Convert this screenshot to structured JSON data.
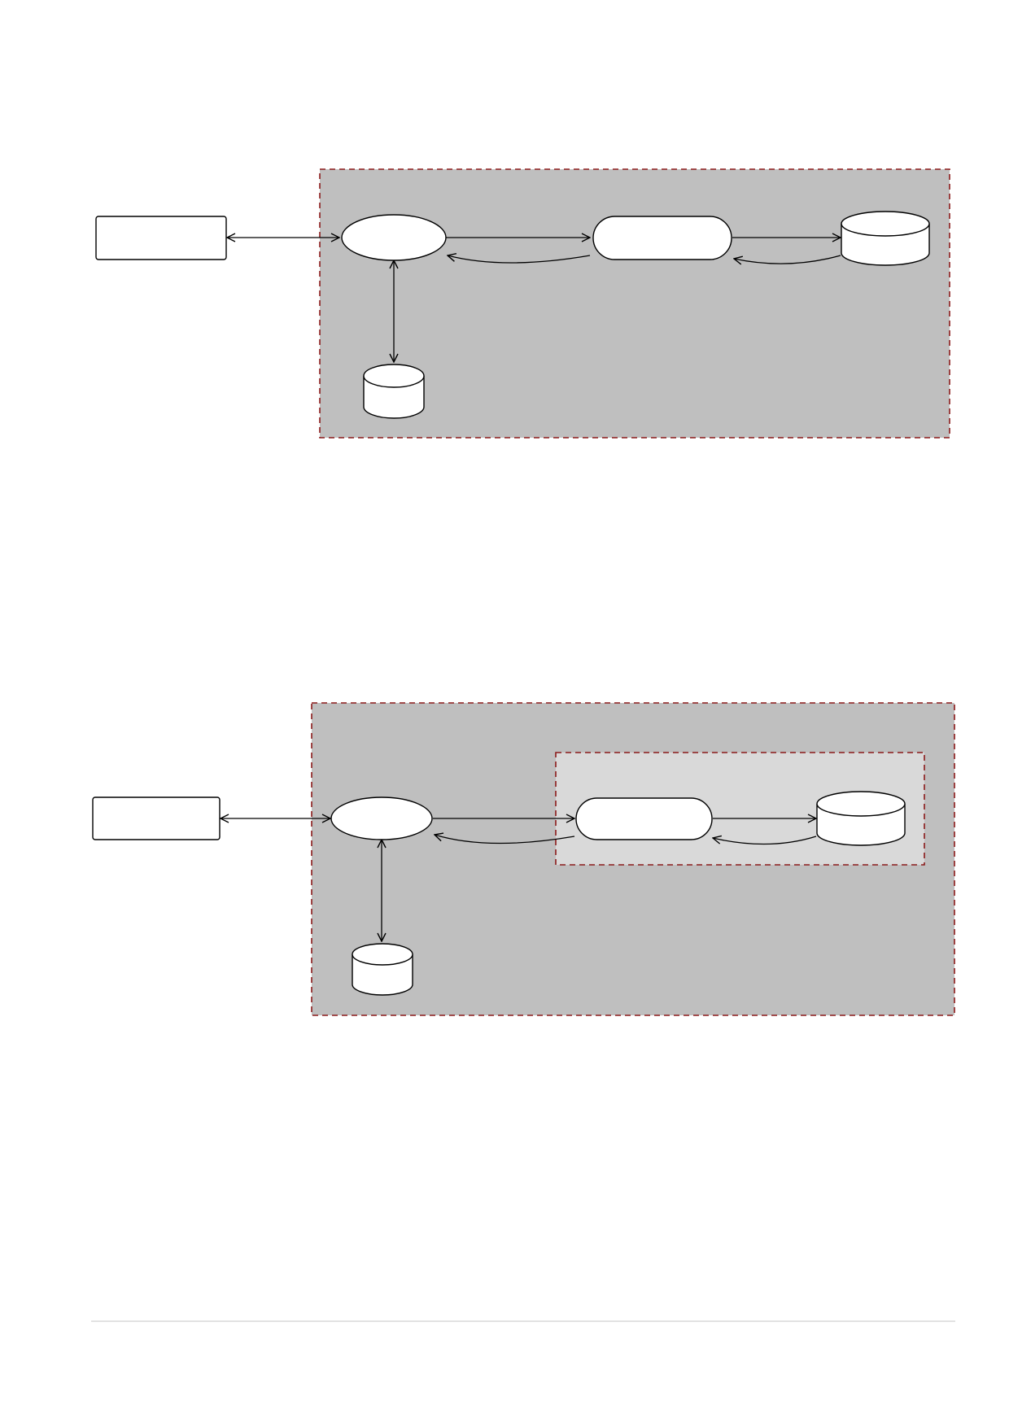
{
  "colors": {
    "outer_boundary_fill": "#bfbfbf",
    "inner_boundary_fill": "#d9d9d9",
    "boundary_stroke": "#8b1a1a",
    "node_fill": "#ffffff",
    "node_stroke": "#000000",
    "edge_stroke": "#000000",
    "footer_rule": "#d9d9d9"
  },
  "diagrams": [
    {
      "id": "diagram-1",
      "boundaries": [
        {
          "id": "outer-boundary",
          "style": "dashed",
          "fill": "outer_boundary_fill"
        }
      ],
      "nodes": [
        {
          "id": "external-entity",
          "shape": "rectangle",
          "label": ""
        },
        {
          "id": "process-main",
          "shape": "ellipse",
          "label": ""
        },
        {
          "id": "process-secondary",
          "shape": "stadium",
          "label": ""
        },
        {
          "id": "datastore-right",
          "shape": "cylinder",
          "label": ""
        },
        {
          "id": "datastore-bottom",
          "shape": "cylinder",
          "label": ""
        }
      ],
      "edges": [
        {
          "from": "external-entity",
          "to": "process-main",
          "direction": "bidirectional"
        },
        {
          "from": "process-main",
          "to": "process-secondary",
          "direction": "forward"
        },
        {
          "from": "process-secondary",
          "to": "process-main",
          "direction": "forward",
          "curved": true
        },
        {
          "from": "process-secondary",
          "to": "datastore-right",
          "direction": "forward"
        },
        {
          "from": "datastore-right",
          "to": "process-secondary",
          "direction": "forward",
          "curved": true
        },
        {
          "from": "process-main",
          "to": "datastore-bottom",
          "direction": "bidirectional"
        }
      ]
    },
    {
      "id": "diagram-2",
      "boundaries": [
        {
          "id": "outer-boundary",
          "style": "dashed",
          "fill": "outer_boundary_fill"
        },
        {
          "id": "inner-boundary",
          "style": "dashed",
          "fill": "inner_boundary_fill"
        }
      ],
      "nodes": [
        {
          "id": "external-entity",
          "shape": "rectangle",
          "label": ""
        },
        {
          "id": "process-main",
          "shape": "ellipse",
          "label": ""
        },
        {
          "id": "process-secondary",
          "shape": "stadium",
          "label": ""
        },
        {
          "id": "datastore-right",
          "shape": "cylinder",
          "label": ""
        },
        {
          "id": "datastore-bottom",
          "shape": "cylinder",
          "label": ""
        }
      ],
      "edges": [
        {
          "from": "external-entity",
          "to": "process-main",
          "direction": "bidirectional"
        },
        {
          "from": "process-main",
          "to": "process-secondary",
          "direction": "forward"
        },
        {
          "from": "process-secondary",
          "to": "process-main",
          "direction": "forward",
          "curved": true
        },
        {
          "from": "process-secondary",
          "to": "datastore-right",
          "direction": "forward"
        },
        {
          "from": "datastore-right",
          "to": "process-secondary",
          "direction": "forward",
          "curved": true
        },
        {
          "from": "process-main",
          "to": "datastore-bottom",
          "direction": "bidirectional"
        }
      ]
    }
  ]
}
